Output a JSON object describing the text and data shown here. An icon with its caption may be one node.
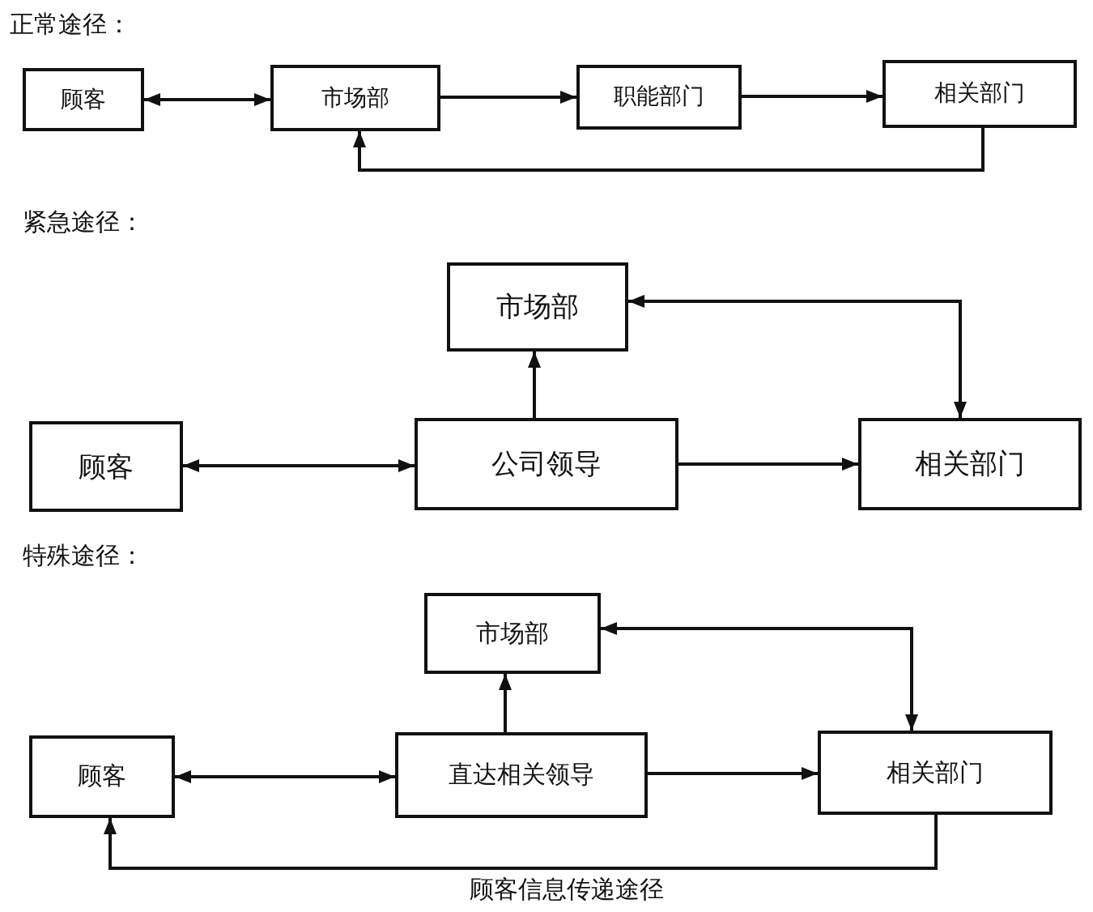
{
  "diagram": {
    "caption": "顾客信息传递途径",
    "nodes": [
      {
        "text": [
          "顾客"
        ]
      },
      {
        "text": [
          "市场部"
        ]
      },
      {
        "text": [
          "职能部门"
        ]
      },
      {
        "text": [
          "相关部门"
        ]
      },
      {
        "text": [
          "市场部"
        ]
      },
      {
        "text": [
          "顾客"
        ]
      },
      {
        "text": [
          "公司领导"
        ]
      },
      {
        "text": [
          "相关部门"
        ]
      },
      {
        "text": [
          "市场部"
        ]
      },
      {
        "text": [
          "顾客"
        ]
      },
      {
        "text": [
          "直达相关领导"
        ]
      },
      {
        "text": [
          "相关部门"
        ]
      }
    ],
    "edges": [
      {
        "from": 0,
        "to": 1,
        "arrow": "both"
      },
      {
        "from": 1,
        "to": 2,
        "arrow": "to"
      },
      {
        "from": 2,
        "to": 3,
        "arrow": "to"
      },
      {
        "from": 3,
        "to": 1,
        "arrow": "to"
      },
      {
        "from": 5,
        "to": 6,
        "arrow": "both"
      },
      {
        "from": 6,
        "to": 4,
        "arrow": "to"
      },
      {
        "from": 6,
        "to": 7,
        "arrow": "to"
      },
      {
        "from": 4,
        "to": 7,
        "arrow": "both"
      },
      {
        "from": 9,
        "to": 10,
        "arrow": "both"
      },
      {
        "from": 10,
        "to": 8,
        "arrow": "to"
      },
      {
        "from": 10,
        "to": 11,
        "arrow": "to"
      },
      {
        "from": 8,
        "to": 11,
        "arrow": "both"
      },
      {
        "from": 11,
        "to": 9,
        "arrow": "to"
      }
    ],
    "labels": [
      "正常途径：",
      "紧急途径：",
      "特殊途径："
    ]
  }
}
